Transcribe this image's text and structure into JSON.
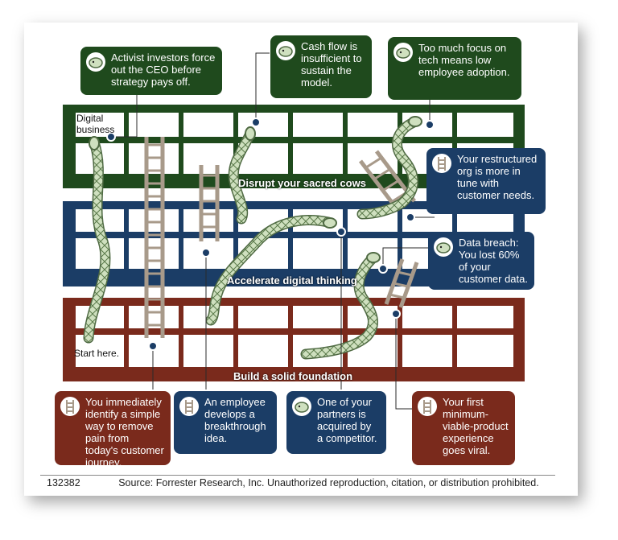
{
  "start_label": "Start here.",
  "finish_label": "Digital business",
  "bands": [
    {
      "title": "Disrupt your sacred cows",
      "color": "#1f4a1d"
    },
    {
      "title": "Accelerate digital thinking",
      "color": "#1b3d66"
    },
    {
      "title": "Build a solid foundation",
      "color": "#7a2a1c"
    }
  ],
  "callouts": {
    "activist": {
      "text": "Activist investors force out the CEO before strategy pays off.",
      "icon": "snake-icon"
    },
    "cashflow": {
      "text": "Cash flow is insufficient to sustain the model.",
      "icon": "snake-icon"
    },
    "techfocus": {
      "text": "Too much focus on tech means low employee adoption.",
      "icon": "snake-icon"
    },
    "restructured": {
      "text": "Your restructured org is more in tune with customer needs.",
      "icon": "ladder-icon"
    },
    "databreach": {
      "text": "Data breach: You lost 60% of your customer data.",
      "icon": "snake-icon"
    },
    "pain": {
      "text": "You immediately identify a simple way to remove pain from today's customer journey.",
      "icon": "ladder-icon"
    },
    "breakthrough": {
      "text": "An employee develops a breakthrough idea.",
      "icon": "ladder-icon"
    },
    "partner": {
      "text": "One of your partners is acquired by a competitor.",
      "icon": "snake-icon"
    },
    "mvp": {
      "text": "Your first minimum-viable-product experience goes viral.",
      "icon": "ladder-icon"
    }
  },
  "footer": {
    "id": "132382",
    "source": "Source: Forrester Research, Inc. Unauthorized reproduction, citation, or distribution prohibited."
  }
}
